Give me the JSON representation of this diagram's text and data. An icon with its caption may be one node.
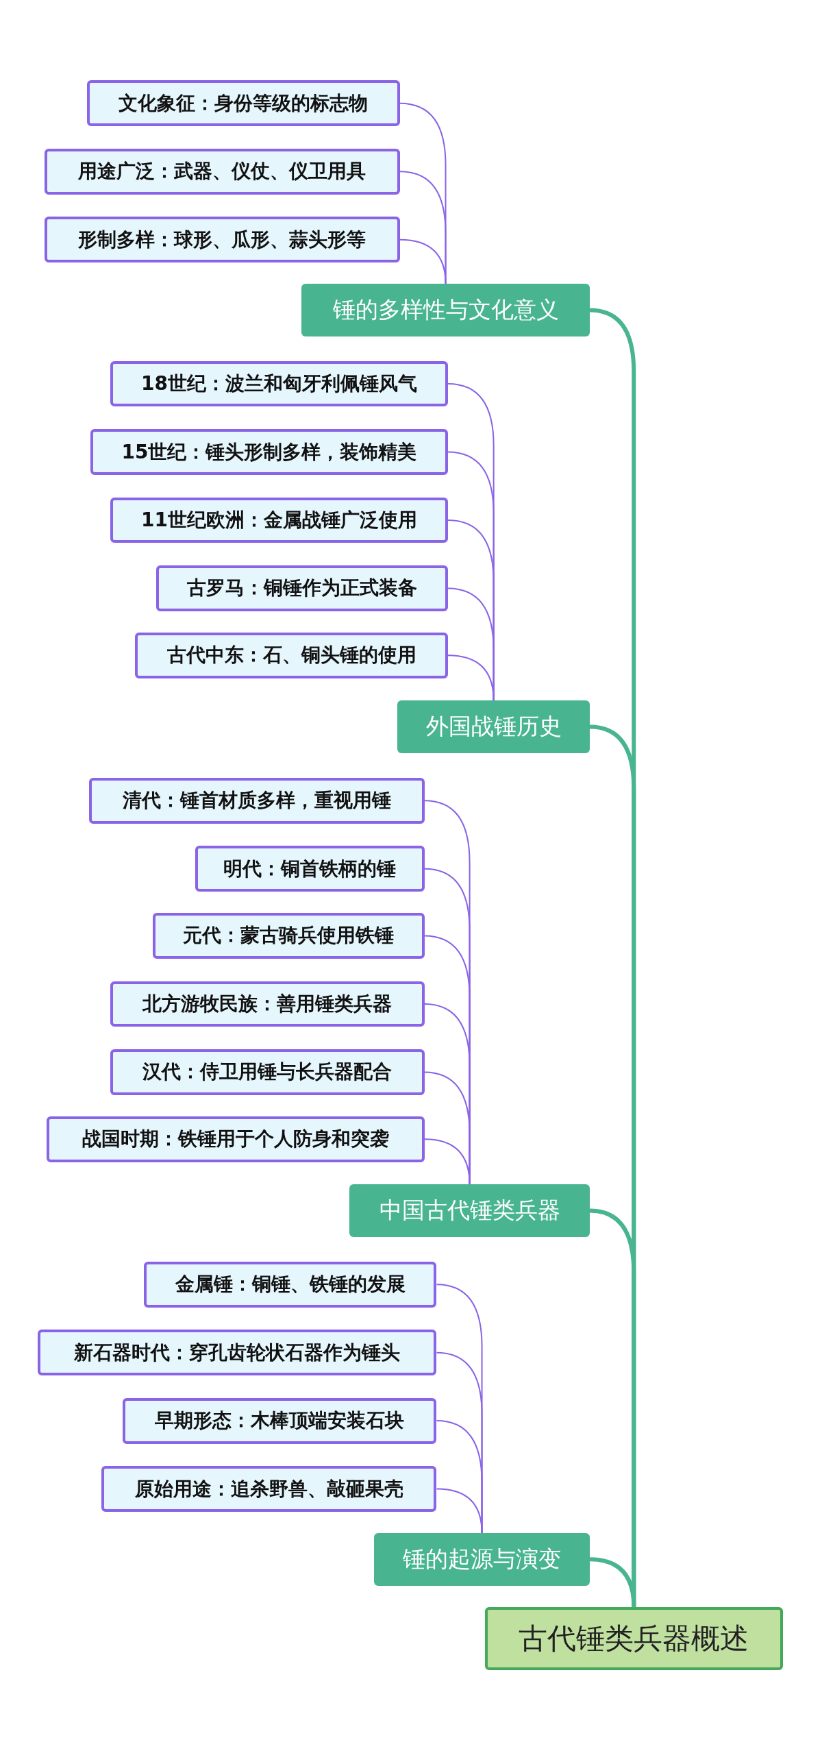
{
  "diagram": {
    "nodes": [
      {
        "text": [
          "文化象征：身份等级的标志物"
        ]
      },
      {
        "text": [
          "用途广泛：武器、仪仗、仪卫用具"
        ]
      },
      {
        "text": [
          "形制多样：球形、瓜形、蒜头形等"
        ]
      },
      {
        "text": [
          "锤的多样性与文化意义"
        ]
      },
      {
        "text": [
          "18世纪：波兰和匈牙利佩锤风气"
        ]
      },
      {
        "text": [
          "15世纪：锤头形制多样，装饰精美"
        ]
      },
      {
        "text": [
          "11世纪欧洲：金属战锤广泛使用"
        ]
      },
      {
        "text": [
          "古罗马：铜锤作为正式装备"
        ]
      },
      {
        "text": [
          "古代中东：石、铜头锤的使用"
        ]
      },
      {
        "text": [
          "外国战锤历史"
        ]
      },
      {
        "text": [
          "清代：锤首材质多样，重视用锤"
        ]
      },
      {
        "text": [
          "明代：铜首铁柄的锤"
        ]
      },
      {
        "text": [
          "元代：蒙古骑兵使用铁锤"
        ]
      },
      {
        "text": [
          "北方游牧民族：善用锤类兵器"
        ]
      },
      {
        "text": [
          "汉代：侍卫用锤与长兵器配合"
        ]
      },
      {
        "text": [
          "战国时期：铁锤用于个人防身和突袭"
        ]
      },
      {
        "text": [
          "中国古代锤类兵器"
        ]
      },
      {
        "text": [
          "金属锤：铜锤、铁锤的发展"
        ]
      },
      {
        "text": [
          "新石器时代：穿孔齿轮状石器作为锤头"
        ]
      },
      {
        "text": [
          "早期形态：木棒顶端安装石块"
        ]
      },
      {
        "text": [
          "原始用途：追杀野兽、敲砸果壳"
        ]
      },
      {
        "text": [
          "锤的起源与演变"
        ]
      },
      {
        "text": [
          "古代锤类兵器概述"
        ]
      }
    ],
    "edges": [
      {
        "from": 3,
        "to": 0,
        "arrow": "none"
      },
      {
        "from": 3,
        "to": 1,
        "arrow": "none"
      },
      {
        "from": 3,
        "to": 2,
        "arrow": "none"
      },
      {
        "from": 9,
        "to": 4,
        "arrow": "none"
      },
      {
        "from": 9,
        "to": 5,
        "arrow": "none"
      },
      {
        "from": 9,
        "to": 6,
        "arrow": "none"
      },
      {
        "from": 9,
        "to": 7,
        "arrow": "none"
      },
      {
        "from": 9,
        "to": 8,
        "arrow": "none"
      },
      {
        "from": 16,
        "to": 10,
        "arrow": "none"
      },
      {
        "from": 16,
        "to": 11,
        "arrow": "none"
      },
      {
        "from": 16,
        "to": 12,
        "arrow": "none"
      },
      {
        "from": 16,
        "to": 13,
        "arrow": "none"
      },
      {
        "from": 16,
        "to": 14,
        "arrow": "none"
      },
      {
        "from": 16,
        "to": 15,
        "arrow": "none"
      },
      {
        "from": 21,
        "to": 17,
        "arrow": "none"
      },
      {
        "from": 21,
        "to": 18,
        "arrow": "none"
      },
      {
        "from": 21,
        "to": 19,
        "arrow": "none"
      },
      {
        "from": 21,
        "to": 20,
        "arrow": "none"
      },
      {
        "from": 22,
        "to": 3,
        "arrow": "none",
        "style": "thick",
        "color": "#48b590"
      },
      {
        "from": 22,
        "to": 9,
        "arrow": "none",
        "style": "thick",
        "color": "#48b590"
      },
      {
        "from": 22,
        "to": 16,
        "arrow": "none",
        "style": "thick",
        "color": "#48b590"
      },
      {
        "from": 22,
        "to": 21,
        "arrow": "none",
        "style": "thick",
        "color": "#48b590"
      }
    ]
  }
}
